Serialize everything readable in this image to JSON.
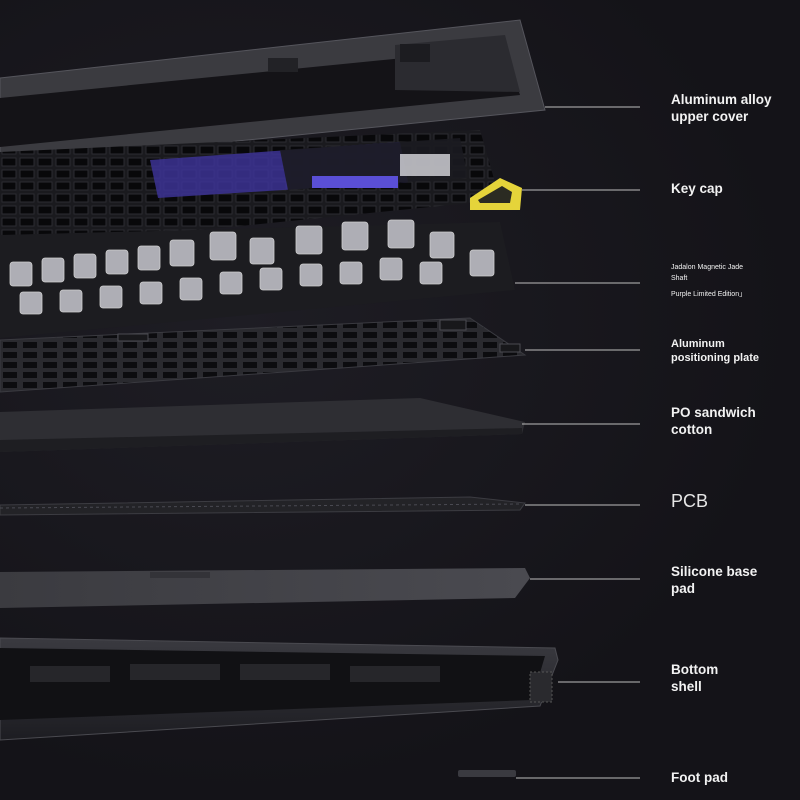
{
  "layers": [
    {
      "id": "upper-cover",
      "lines": [
        "Aluminum alloy",
        "upper cover"
      ]
    },
    {
      "id": "key-cap",
      "lines": [
        "Key cap"
      ]
    },
    {
      "id": "shaft",
      "lines": [
        "Jadalon Magnetic Jade",
        "Shaft",
        "Purple Limited Edition」"
      ]
    },
    {
      "id": "positioning-plate",
      "lines": [
        "Aluminum",
        "positioning plate"
      ]
    },
    {
      "id": "sandwich-cotton",
      "lines": [
        "PO sandwich",
        "cotton"
      ]
    },
    {
      "id": "pcb",
      "lines": [
        "PCB"
      ]
    },
    {
      "id": "base-pad",
      "lines": [
        "Silicone base",
        "pad"
      ]
    },
    {
      "id": "bottom-shell",
      "lines": [
        "Bottom",
        "shell"
      ]
    },
    {
      "id": "foot-pad",
      "lines": [
        "Foot pad"
      ]
    }
  ],
  "colors": {
    "background": "#15141a",
    "accent_purple": "#5a4fd6",
    "accent_yellow": "#e5d43a",
    "label_text": "#f2f2f2",
    "leader_line": "#bdbdbd"
  }
}
